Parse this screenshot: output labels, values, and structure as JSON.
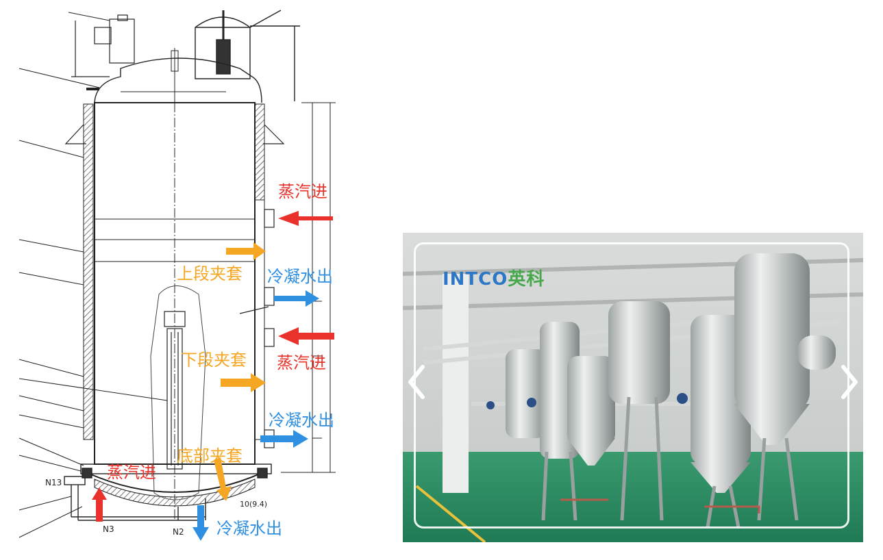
{
  "labels": {
    "steam_in_upper": "蒸汽进",
    "upper_jacket": "上段夹套",
    "condensate_out_upper": "冷凝水出",
    "lower_jacket": "下段夹套",
    "steam_in_lower": "蒸汽进",
    "condensate_out_lower": "冷凝水出",
    "bottom_jacket": "底部夹套",
    "steam_in_bottom": "蒸汽进",
    "condensate_out_bottom": "冷凝水出"
  },
  "nozzles": {
    "n13": "N13",
    "n3": "N3",
    "n2": "N2",
    "bottom_dim": "10(9.4)"
  },
  "photo": {
    "brand": "INTCO",
    "brand_suffix": "英科"
  },
  "colors": {
    "steam": "#e8322b",
    "condensate": "#2f8fe0",
    "jacket": "#f5a623",
    "drawing_line": "#222222",
    "hatch": "#7a7a7a"
  },
  "icons": {
    "prev": "chevron-left-icon",
    "next": "chevron-right-icon"
  }
}
